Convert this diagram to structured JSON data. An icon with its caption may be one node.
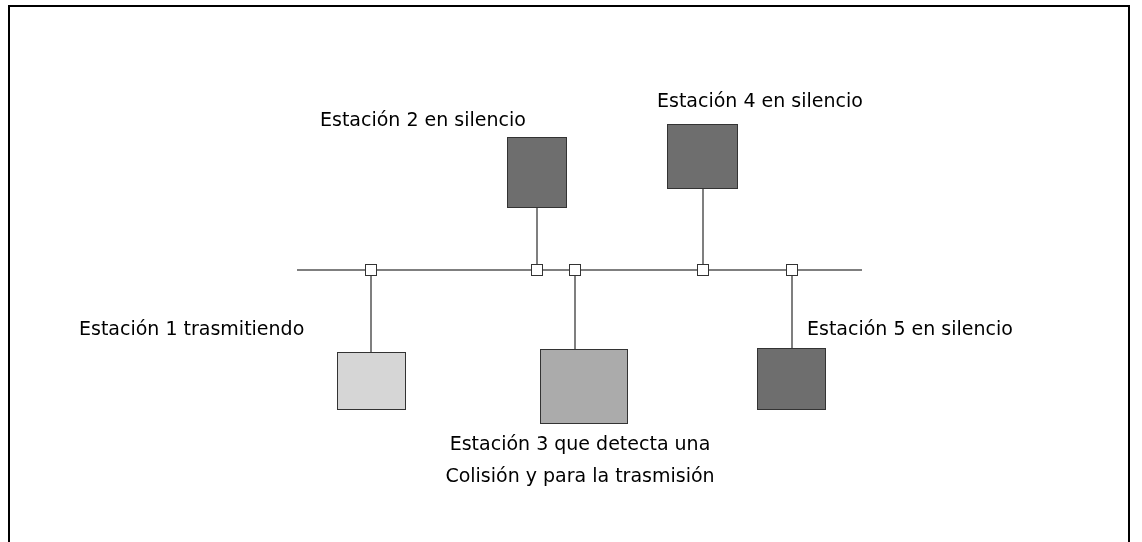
{
  "diagram": {
    "nodes": [
      {
        "text": [],
        "shape": "box",
        "beside": [
          "Estación 2 en silencio"
        ]
      },
      {
        "text": [],
        "shape": "box",
        "beside": [
          "Estación 4 en silencio"
        ]
      },
      {
        "text": [],
        "shape": "box"
      },
      {
        "text": [],
        "shape": "box"
      },
      {
        "text": [],
        "shape": "box"
      },
      {
        "text": [],
        "shape": "box"
      },
      {
        "text": [],
        "shape": "box"
      },
      {
        "text": [],
        "shape": "box",
        "beside": [
          "Estación 1 trasmitiendo"
        ]
      },
      {
        "text": [],
        "shape": "box",
        "beside": [
          "Estación 3 que detecta una Colisión y para la trasmisión"
        ]
      },
      {
        "text": [],
        "shape": "box",
        "beside": [
          "Estación 5 en silencio"
        ]
      }
    ],
    "edges": [
      {
        "from": 0,
        "to": 3,
        "arrow": "none"
      },
      {
        "from": 1,
        "to": 5,
        "arrow": "none"
      },
      {
        "from": 7,
        "to": 2,
        "arrow": "none"
      },
      {
        "from": 8,
        "to": 4,
        "arrow": "none"
      },
      {
        "from": 9,
        "to": 6,
        "arrow": "none"
      },
      {
        "from": null,
        "to": 2,
        "arrow": "none"
      },
      {
        "from": 2,
        "to": 3,
        "arrow": "none"
      },
      {
        "from": 3,
        "to": 4,
        "arrow": "none"
      },
      {
        "from": 4,
        "to": 5,
        "arrow": "none"
      },
      {
        "from": 5,
        "to": 6,
        "arrow": "none"
      },
      {
        "from": 6,
        "to": null,
        "arrow": "none"
      }
    ]
  }
}
